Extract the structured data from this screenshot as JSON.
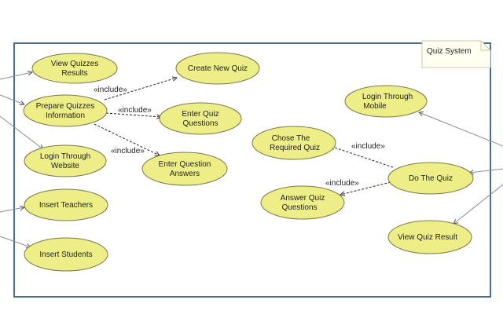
{
  "system": {
    "name": "Quiz System"
  },
  "colors": {
    "ellipse_fill": "#eeee88",
    "ellipse_stroke": "#7a7a4a",
    "boundary_stroke": "#4a6e96",
    "association_stroke": "#8a8a9a",
    "dependency_stroke": "#222222",
    "note_fill": "#fffff2",
    "note_stroke": "#c8c8a8"
  },
  "use_cases": {
    "view_results": [
      "View Quizzes",
      "Results"
    ],
    "prepare_quizzes": [
      "Prepare Quizzes",
      "Information"
    ],
    "login_website": [
      "Login Through",
      "Website"
    ],
    "insert_teachers": [
      "Insert Teachers"
    ],
    "insert_students": [
      "Insert Students"
    ],
    "create_quiz": [
      "Create New Quiz"
    ],
    "enter_questions": [
      "Enter Quiz",
      "Questions"
    ],
    "enter_answers": [
      "Enter Question",
      "Answers"
    ],
    "login_mobile": [
      "Login Through",
      "Mobile"
    ],
    "chose_quiz": [
      "Chose The",
      "Required Quiz"
    ],
    "do_quiz": [
      "Do The Quiz"
    ],
    "answer_questions": [
      "Answer Quiz",
      "Questions"
    ],
    "view_result": [
      "View Quiz Result"
    ]
  },
  "relations": {
    "include_label": "«include»"
  }
}
